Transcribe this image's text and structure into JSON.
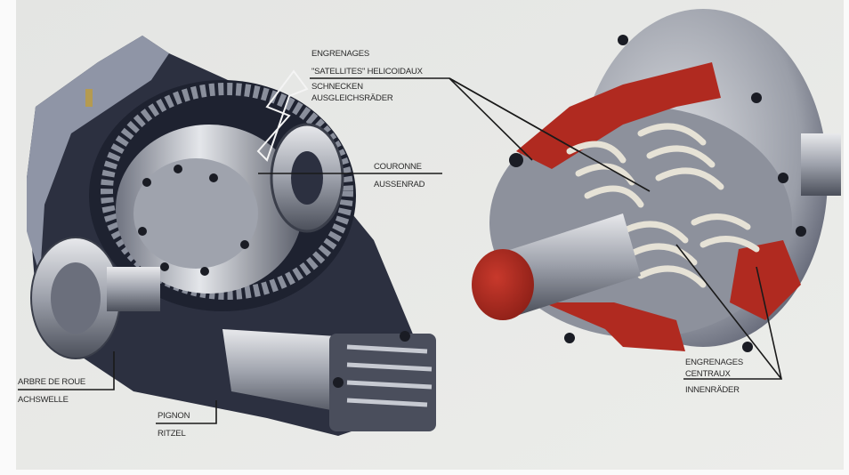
{
  "labels": {
    "satellites": {
      "line1": "ENGRENAGES",
      "line2": "\"SATELLITES\" HELICOIDAUX",
      "line3": "SCHNECKEN",
      "line4": "AUSGLEICHSRÄDER"
    },
    "couronne": {
      "line1": "COURONNE",
      "line2": "AUSSENRAD"
    },
    "arbre": {
      "line1": "ARBRE DE ROUE",
      "line2": "ACHSWELLE"
    },
    "pignon": {
      "line1": "PIGNON",
      "line2": "RITZEL"
    },
    "centraux": {
      "line1": "ENGRENAGES",
      "line2": "CENTRAUX",
      "line3": "INNENRÄDER"
    }
  },
  "colors": {
    "background": "#e6e7e5",
    "housing": "#2c3040",
    "metal": "#b9bcc4",
    "cutaway": "#b02a20"
  }
}
